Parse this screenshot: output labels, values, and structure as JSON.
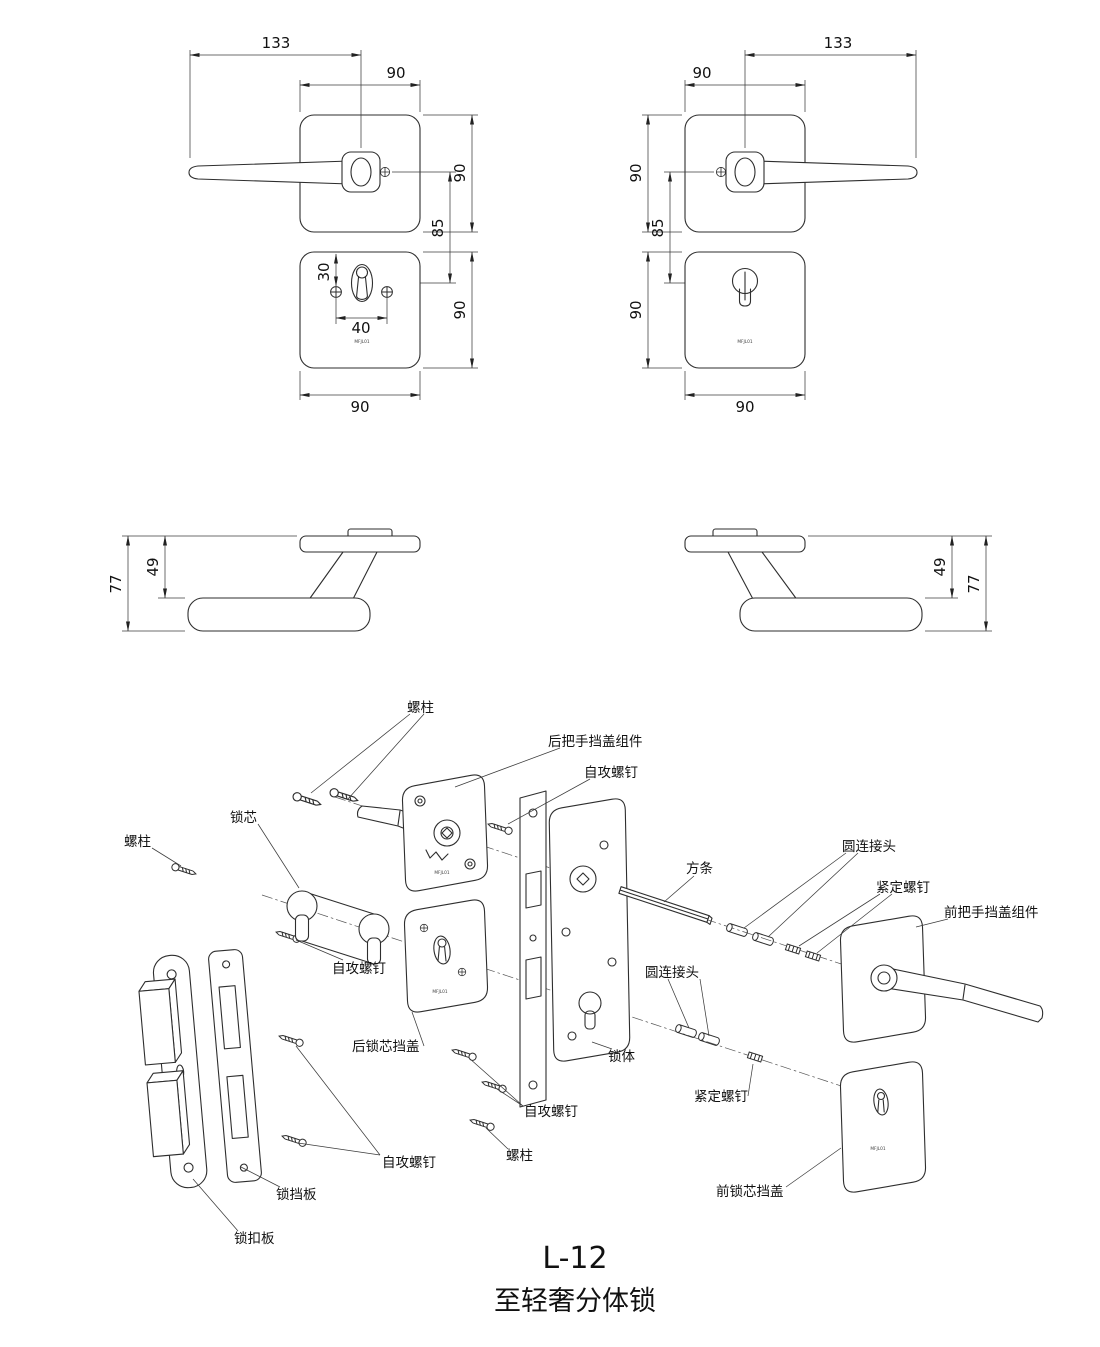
{
  "title": {
    "model": "L-12",
    "product": "至轻奢分体锁"
  },
  "brand": "MFJL01",
  "front_left": {
    "handle_len": "133",
    "plate_w": "90",
    "plate_h": "90",
    "centers": "85",
    "screw_offset": "30",
    "screw_span": "40",
    "esc_h": "90",
    "esc_w": "90"
  },
  "front_right": {
    "handle_len": "133",
    "plate_w": "90",
    "plate_h": "90",
    "centers": "85",
    "esc_h": "90",
    "esc_w": "90"
  },
  "side_left": {
    "total_h": "77",
    "upper_h": "49"
  },
  "side_right": {
    "upper_h": "49",
    "total_h": "77"
  },
  "exploded": {
    "stud_top": "螺柱",
    "rear_handle_cover": "后把手挡盖组件",
    "tapping_screw_top": "自攻螺钉",
    "cylinder": "锁芯",
    "stud_left": "螺柱",
    "square_spindle": "方条",
    "round_connector_top": "圆连接头",
    "set_screw_top": "紧定螺钉",
    "front_handle_cover": "前把手挡盖组件",
    "tapping_screw_left": "自攻螺钉",
    "round_connector_mid": "圆连接头",
    "rear_cylinder_cover": "后锁芯挡盖",
    "lock_body": "锁体",
    "set_screw_bottom": "紧定螺钉",
    "tapping_screw_mid": "自攻螺钉",
    "stud_bottom": "螺柱",
    "tapping_screw_bottom": "自攻螺钉",
    "strike_plate": "锁挡板",
    "front_cylinder_cover": "前锁芯挡盖",
    "strike_box": "锁扣板"
  }
}
